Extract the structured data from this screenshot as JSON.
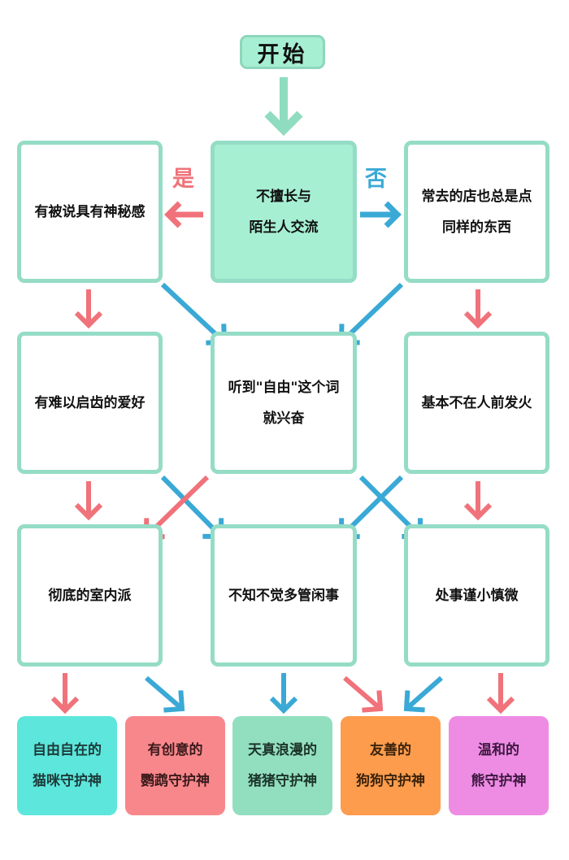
{
  "start": {
    "label": "开始"
  },
  "branch_labels": {
    "yes": "是",
    "no": "否"
  },
  "colors": {
    "start_arrow": "#8fdcc0",
    "yes_arrow": "#f0727a",
    "no_arrow": "#3aa9d6",
    "node_border": "#95dcc6",
    "question_fill": "#a6efd3"
  },
  "row1": {
    "left": {
      "lines": [
        "有被说具有神秘感"
      ]
    },
    "center": {
      "lines": [
        "不擅长与",
        "陌生人交流"
      ]
    },
    "right": {
      "lines": [
        "常去的店也总是点",
        "同样的东西"
      ]
    }
  },
  "row2": {
    "left": {
      "lines": [
        "有难以启齿的爱好"
      ]
    },
    "center": {
      "lines": [
        "听到\"自由\"这个词",
        "就兴奋"
      ]
    },
    "right": {
      "lines": [
        "基本不在人前发火"
      ]
    }
  },
  "row3": {
    "left": {
      "lines": [
        "彻底的室内派"
      ]
    },
    "center": {
      "lines": [
        "不知不觉多管闲事"
      ]
    },
    "right": {
      "lines": [
        "处事谨小慎微"
      ]
    }
  },
  "results": [
    {
      "lines": [
        "自由自在的",
        "猫咪守护神"
      ],
      "color": "#5ce6dc",
      "text_color": "#1d3b3a"
    },
    {
      "lines": [
        "有创意的",
        "鹦鹉守护神"
      ],
      "color": "#f8878b",
      "text_color": "#3b1a1b"
    },
    {
      "lines": [
        "天真浪漫的",
        "猪猪守护神"
      ],
      "color": "#92dfc0",
      "text_color": "#1c3429"
    },
    {
      "lines": [
        "友善的",
        "狗狗守护神"
      ],
      "color": "#fd9c4c",
      "text_color": "#3b230c"
    },
    {
      "lines": [
        "温和的",
        "熊守护神"
      ],
      "color": "#ee8ce4",
      "text_color": "#3d1840"
    }
  ]
}
